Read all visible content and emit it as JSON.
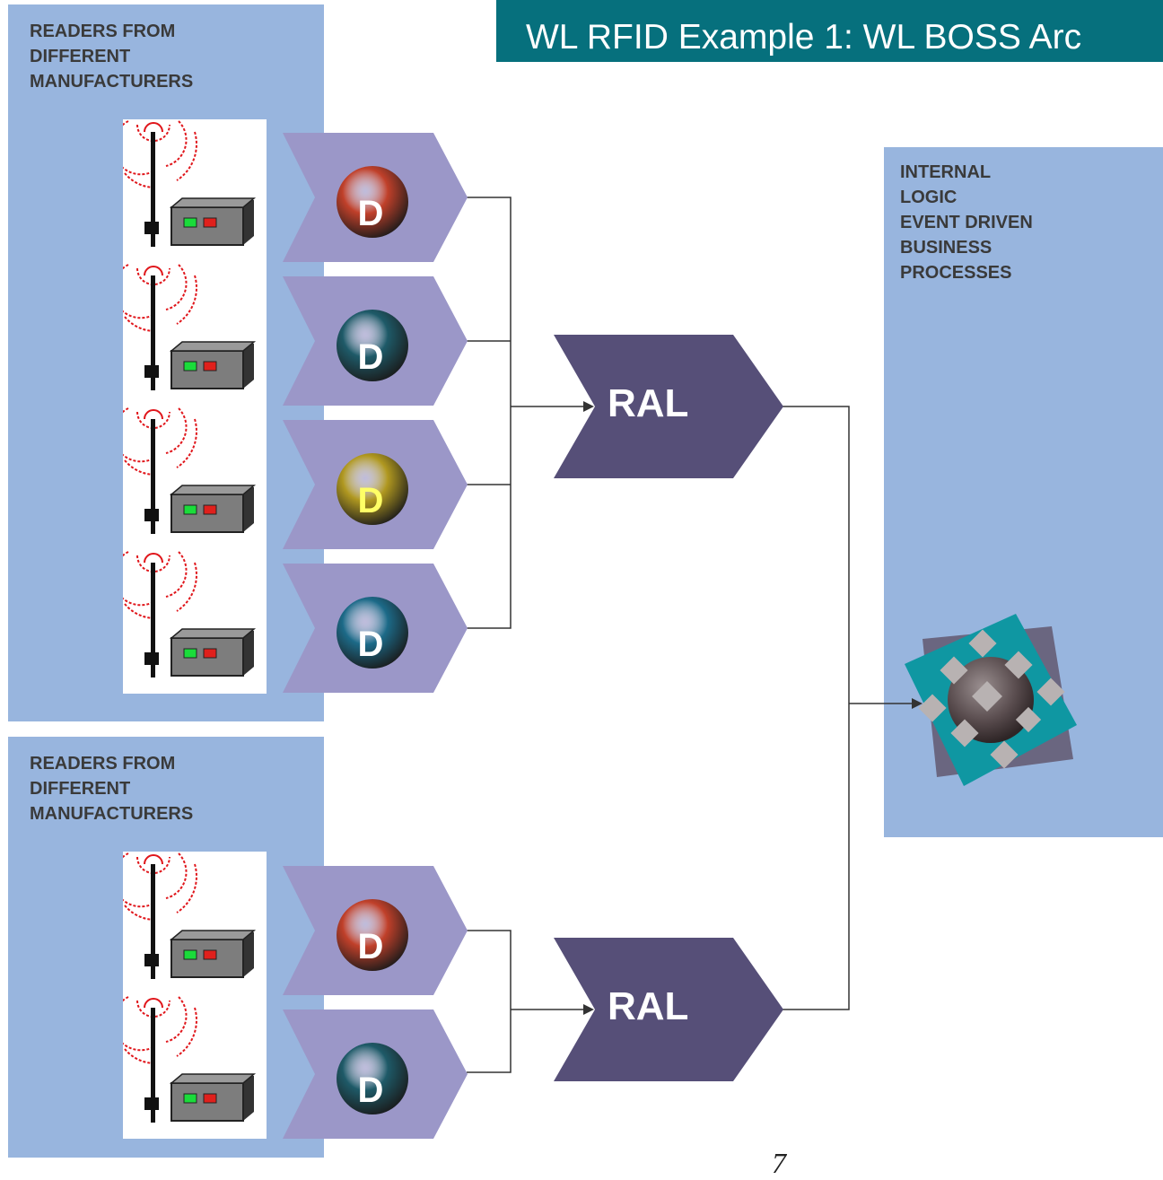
{
  "title": "WL RFID Example 1: WL BOSS Arc",
  "panels": {
    "top_left_label": "READERS FROM\nDIFFERENT\nMANUFACTURERS",
    "bottom_left_label": "READERS FROM\nDIFFERENT\nMANUFACTURERS",
    "right_label": "INTERNAL\nLOGIC\nEVENT DRIVEN\nBUSINESS\nPROCESSES"
  },
  "drivers": [
    {
      "letter": "D",
      "color": "#c0402a",
      "letter_color": "#ffffff"
    },
    {
      "letter": "D",
      "color": "#1e5a68",
      "letter_color": "#ffffff"
    },
    {
      "letter": "D",
      "color": "#b09820",
      "letter_color": "#ffff66"
    },
    {
      "letter": "D",
      "color": "#1c6a88",
      "letter_color": "#ffffff"
    },
    {
      "letter": "D",
      "color": "#c0402a",
      "letter_color": "#ffffff"
    },
    {
      "letter": "D",
      "color": "#1e5a68",
      "letter_color": "#ffffff"
    }
  ],
  "ral": {
    "top_label": "RAL",
    "bottom_label": "RAL"
  },
  "page_number": "7",
  "colors": {
    "title_bar": "#06707d",
    "panel": "#98b5de",
    "driver_chevron": "#9b97c8",
    "ral_chevron": "#564f78",
    "hub_teal": "#0f97a2",
    "hub_backing": "#6a6680"
  }
}
